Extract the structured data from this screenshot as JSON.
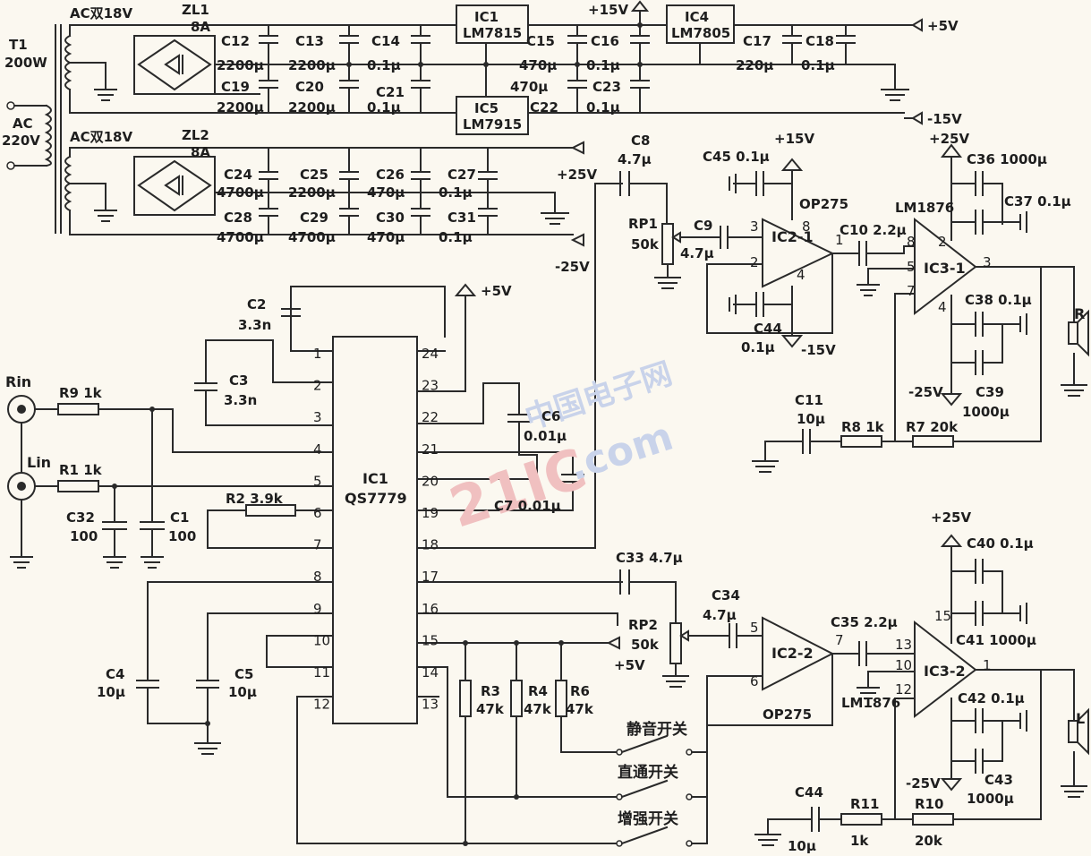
{
  "transformer": {
    "name": "T1",
    "power": "200W",
    "primary": "AC",
    "primary_voltage": "220V"
  },
  "secondaries": [
    "AC双18V",
    "AC双18V"
  ],
  "bridges": [
    {
      "name": "ZL1",
      "rating": "8A"
    },
    {
      "name": "ZL2",
      "rating": "8A"
    }
  ],
  "regulators": [
    {
      "name": "IC1",
      "part": "LM7815"
    },
    {
      "name": "IC5",
      "part": "LM7915"
    },
    {
      "name": "IC4",
      "part": "LM7805"
    }
  ],
  "rails": {
    "p15": "+15V",
    "p5": "+5V",
    "m15": "-15V",
    "p25": "+25V",
    "m25": "-25V"
  },
  "caps_top": [
    {
      "ref": "C12",
      "val": "2200μ"
    },
    {
      "ref": "C13",
      "val": "2200μ"
    },
    {
      "ref": "C14",
      "val": "0.1μ"
    },
    {
      "ref": "C15",
      "val": "470μ"
    },
    {
      "ref": "C16",
      "val": "0.1μ"
    },
    {
      "ref": "C17",
      "val": "220μ"
    },
    {
      "ref": "C18",
      "val": "0.1μ"
    },
    {
      "ref": "C19",
      "val": "2200μ"
    },
    {
      "ref": "C20",
      "val": "2200μ"
    },
    {
      "ref": "C21",
      "val": "0.1μ"
    },
    {
      "ref": "C22",
      "val": "470μ"
    },
    {
      "ref": "C23",
      "val": "0.1μ"
    }
  ],
  "caps_supply2": [
    {
      "ref": "C24",
      "val": "4700μ"
    },
    {
      "ref": "C25",
      "val": "2200μ"
    },
    {
      "ref": "C26",
      "val": "470μ"
    },
    {
      "ref": "C27",
      "val": "0.1μ"
    },
    {
      "ref": "C28",
      "val": "4700μ"
    },
    {
      "ref": "C29",
      "val": "4700μ"
    },
    {
      "ref": "C30",
      "val": "470μ"
    },
    {
      "ref": "C31",
      "val": "0.1μ"
    }
  ],
  "main_ic": {
    "name": "IC1",
    "part": "QS7779",
    "left_pins": [
      "1",
      "2",
      "3",
      "4",
      "5",
      "6",
      "7",
      "8",
      "9",
      "10",
      "11",
      "12"
    ],
    "right_pins": [
      "24",
      "23",
      "22",
      "21",
      "20",
      "19",
      "18",
      "17",
      "16",
      "15",
      "14",
      "13"
    ]
  },
  "inputs": {
    "right": "Rin",
    "left": "Lin"
  },
  "left_parts": {
    "R9": "R9 1k",
    "R1": "R1 1k",
    "C32": "C32",
    "C32v": "100",
    "C1": "C1",
    "C1v": "100",
    "C2": "C2",
    "C2v": "3.3n",
    "C3": "C3",
    "C3v": "3.3n",
    "R2": "R2 3.9k",
    "C4": "C4",
    "C4v": "10μ",
    "C5": "C5",
    "C5v": "10μ"
  },
  "mid_parts": {
    "C6": "C6",
    "C6v": "0.01μ",
    "C7": "C7 0.01μ",
    "R3": "R3",
    "R3v": "47k",
    "R4": "R4",
    "R4v": "47k",
    "R6": "R6",
    "R6v": "47k"
  },
  "switches": [
    "静音开关",
    "直通开关",
    "增强开关"
  ],
  "right_channel": {
    "C8": "C8",
    "C8v": "4.7μ",
    "RP1": "RP1",
    "RP1v": "50k",
    "C9": "C9",
    "C9v": "4.7μ",
    "C45": "C45 0.1μ",
    "opamp": "IC2-1",
    "opamp_part": "OP275",
    "C44": "C44",
    "C44v": "0.1μ",
    "C10": "C10 2.2μ",
    "amp": "IC3-1",
    "amp_part": "LM1876",
    "C36": "C36 1000μ",
    "C37": "C37 0.1μ",
    "C38": "C38 0.1μ",
    "C39": "C39",
    "C39v": "1000μ",
    "C11": "C11",
    "C11v": "10μ",
    "R8": "R8 1k",
    "R7": "R7 20k",
    "speaker": "R"
  },
  "left_channel": {
    "C33": "C33 4.7μ",
    "RP2": "RP2",
    "RP2v": "50k",
    "C34": "C34",
    "C34v": "4.7μ",
    "opamp": "IC2-2",
    "opamp_part": "OP275",
    "C35": "C35 2.2μ",
    "amp": "IC3-2",
    "amp_part": "LM1876",
    "C40": "C40 0.1μ",
    "C41": "C41 1000μ",
    "C42": "C42 0.1μ",
    "C43": "C43",
    "C43v": "1000μ",
    "C44": "C44",
    "C44v": "10μ",
    "R11": "R11",
    "R11v": "1k",
    "R10": "R10",
    "R10v": "20k",
    "speaker": "L"
  },
  "watermark": {
    "cn": "中国电子网",
    "logo": "21IC",
    "dom": ".com"
  }
}
